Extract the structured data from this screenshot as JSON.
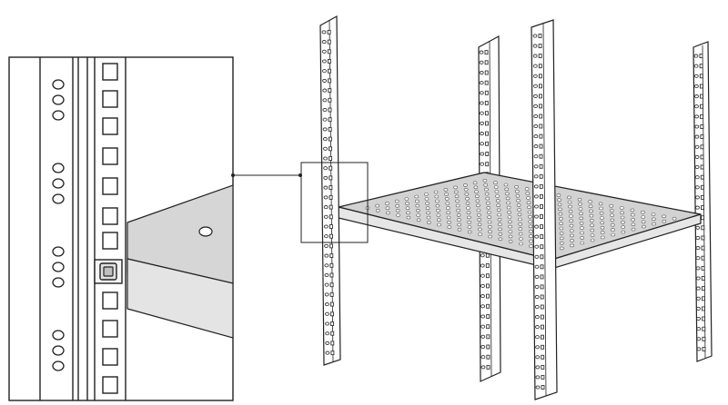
{
  "figure": {
    "stroke_color": "#1a1a1a",
    "shelf_color": "#cfcfcf",
    "shelf_edge_color": "#9a9a9a",
    "rail_fill": "#ffffff",
    "detail_shade": "#d6d6d6",
    "components": {
      "detail_view": "magnified-detail-inset",
      "callout": "callout-box",
      "rails": [
        "rack-rail-front-left",
        "rack-rail-rear-left",
        "rack-rail-front-right",
        "rack-rail-rear-right"
      ],
      "shelf": "perforated-shelf",
      "fastener": "cage-nut-screw"
    }
  }
}
